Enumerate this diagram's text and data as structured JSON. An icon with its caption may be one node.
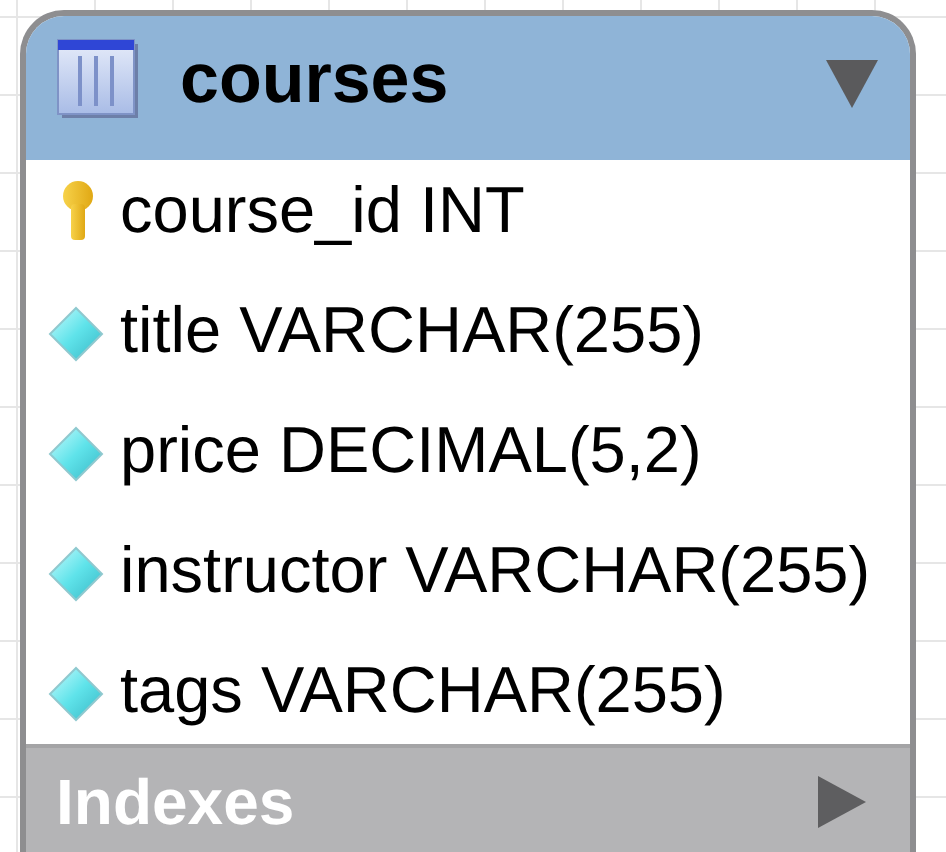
{
  "diagram": {
    "nodes": [
      {
        "text": [
          "courses",
          "course_id INT",
          "title VARCHAR(255)",
          "price DECIMAL(5,2)",
          "instructor VARCHAR(255)",
          "tags VARCHAR(255)"
        ]
      },
      {
        "text": [
          "Indexes"
        ],
        "in": 0
      }
    ]
  }
}
